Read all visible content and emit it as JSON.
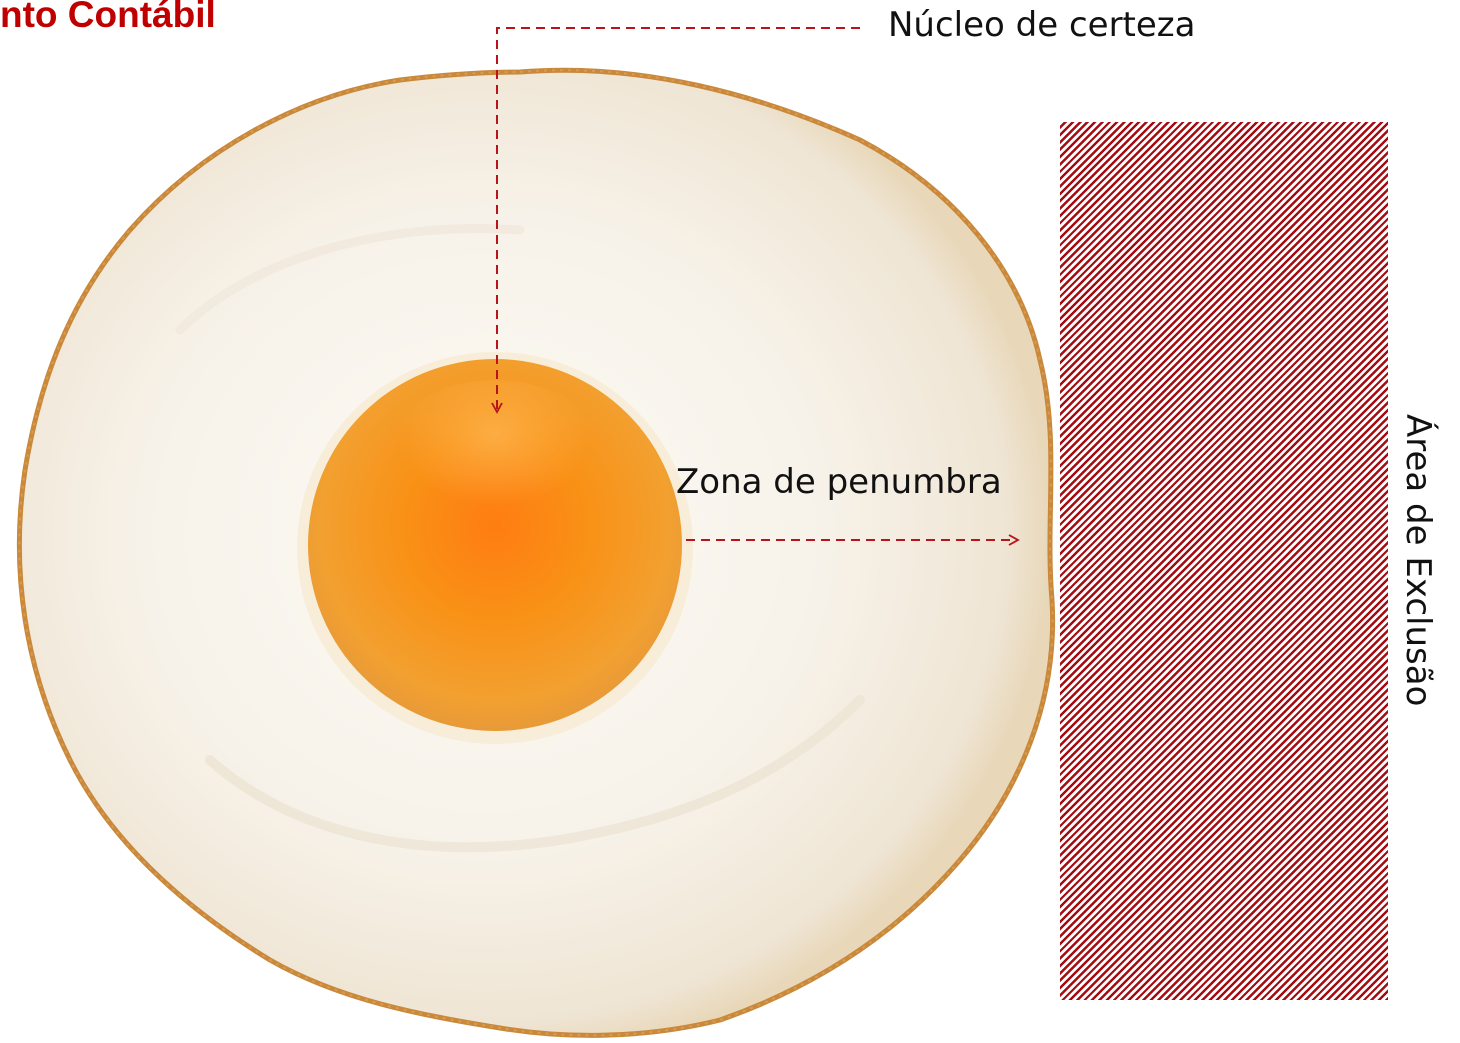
{
  "header": {
    "title": "nto Contábil"
  },
  "diagram": {
    "labels": {
      "core": "Núcleo de certeza",
      "penumbra": "Zona de penumbra",
      "exclusion": "Área de Exclusão"
    },
    "colors": {
      "title": "#c00000",
      "arrows": "#b8141a",
      "hatch": "#a50d12",
      "yolk": "#f08a10",
      "egg_white": "#f7f3ec"
    }
  }
}
